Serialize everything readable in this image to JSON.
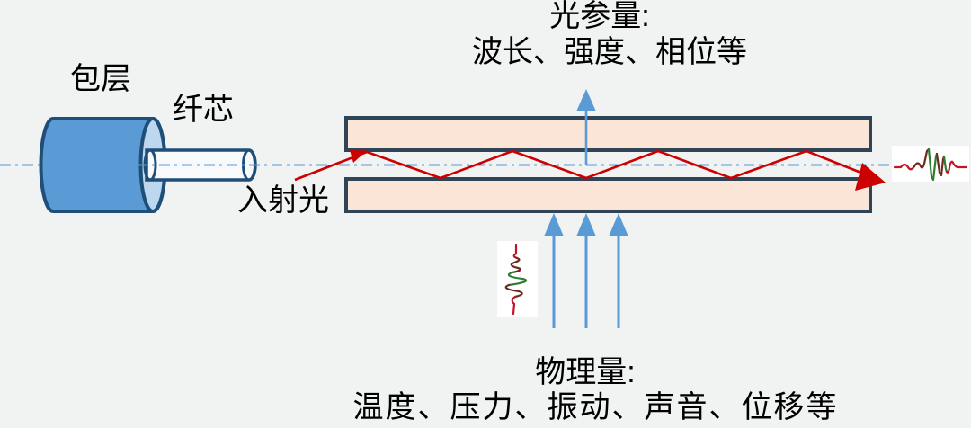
{
  "diagram_type": "optical-fiber-sensing-principle",
  "labels": {
    "cladding": "包层",
    "core": "纤芯",
    "incident_light": "入射光",
    "optical_params_title": "光参量:",
    "optical_params_items": "波长、强度、相位等",
    "physical_params_title": "物理量:",
    "physical_params_items": "温度、压力、振动、声音、位移等"
  },
  "colors": {
    "bg": "#F1F2F2",
    "accent_blue": "#5B9BD5",
    "cylinder_blue": "#5B9BD5",
    "cylinder_face": "#BDD7EE",
    "outline_navy": "#1F4E79",
    "core_fill": "#F7F9FB",
    "fiber_fill": "#FBE5D6",
    "fiber_border": "#2F4457",
    "ray_red": "#CC0000",
    "waveform_red": "#C01428",
    "waveform_dark": "#6E2A1E",
    "waveform_green": "#2F7D32",
    "text_color": "#000000"
  }
}
